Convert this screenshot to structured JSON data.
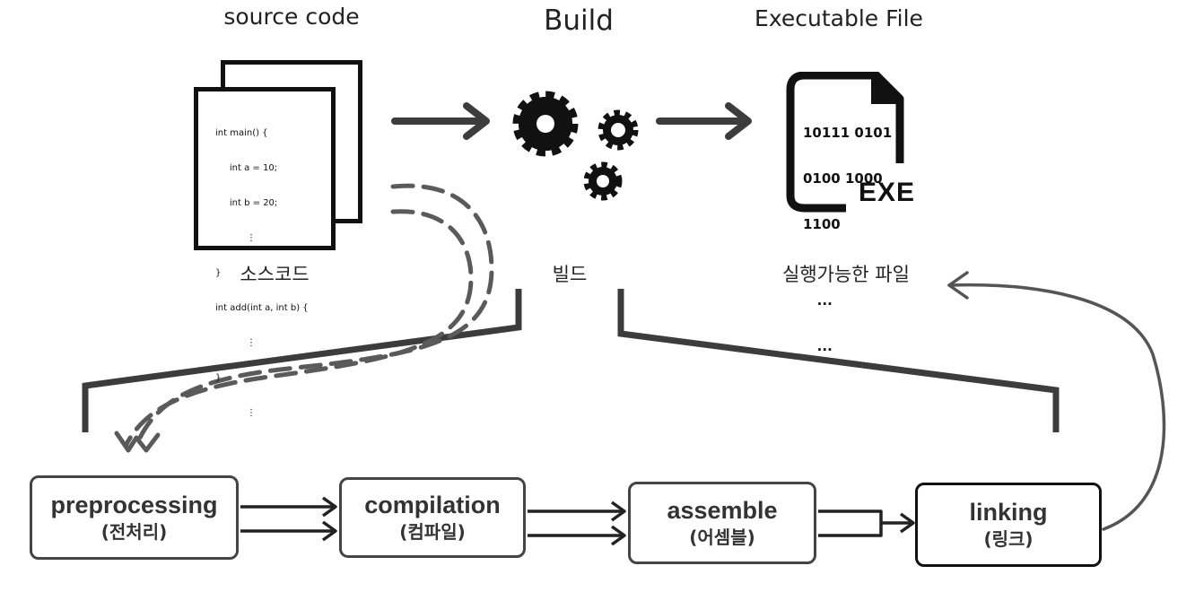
{
  "top": {
    "source_title": "source code",
    "build_title": "Build",
    "exe_title": "Executable File"
  },
  "korean_labels": {
    "source": "소스코드",
    "build": "빌드",
    "exe": "실행가능한 파일"
  },
  "code_lines": [
    "int main() {",
    "     int a = 10;",
    "     int b = 20;",
    "           ⋮",
    "}",
    "int add(int a, int b) {",
    "           ⋮",
    "}",
    "           ⋮"
  ],
  "binary_lines": [
    "10111 0101",
    "0100 1000",
    "1100",
    "",
    "   ...",
    "   ..."
  ],
  "exe_badge": "EXE",
  "stages": [
    {
      "name": "preprocessing",
      "korean": "(전처리)"
    },
    {
      "name": "compilation",
      "korean": "(컴파일)"
    },
    {
      "name": "assemble",
      "korean": "(어셈블)"
    },
    {
      "name": "linking",
      "korean": "(링크)"
    }
  ],
  "colors": {
    "line": "#3c3c3c",
    "dash": "#5a5a5a",
    "box_border": "#444444"
  },
  "icons": [
    "document-stack-icon",
    "gears-icon",
    "executable-file-icon"
  ]
}
